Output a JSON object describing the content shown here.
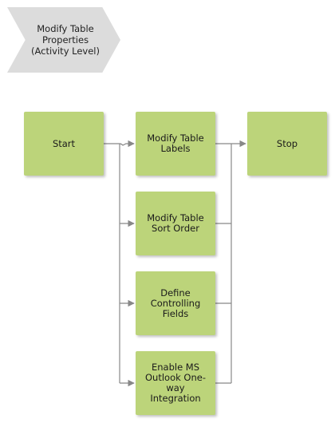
{
  "header": {
    "title": "Modify Table\nProperties\n(Activity Level)"
  },
  "nodes": {
    "start": "Start",
    "labels": "Modify Table\nLabels",
    "sort": "Modify Table\nSort Order",
    "controlling": "Define\nControlling\nFields",
    "outlook": "Enable MS\nOutlook One-\nway Integration",
    "stop": "Stop"
  },
  "colors": {
    "node_fill": "#bcd47a",
    "connector": "#888888",
    "header_fill": "#dcdcdc"
  }
}
